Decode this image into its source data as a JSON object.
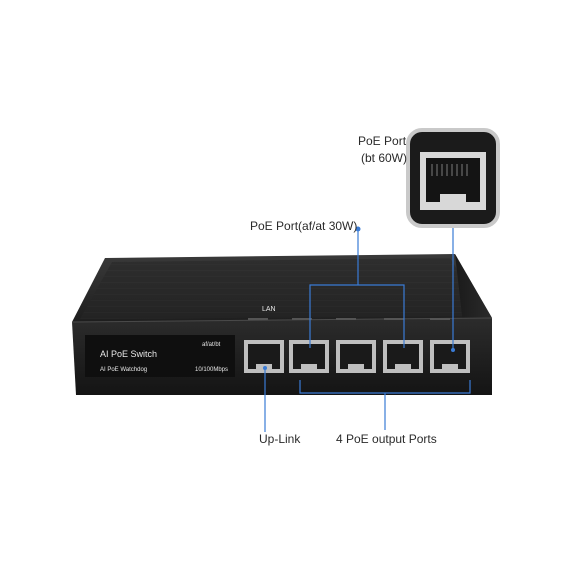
{
  "callouts": {
    "poe_port_bt_line1": "PoE Port",
    "poe_port_bt_line2": "(bt 60W)",
    "poe_port_afat": "PoE Port(af/at 30W)",
    "uplink": "Up-Link",
    "output_ports": "4 PoE output Ports"
  },
  "device": {
    "panel_title": "AI PoE Switch",
    "panel_standard": "af/at/bt",
    "panel_feature": "AI PoE Watchdog",
    "panel_speed": "10/100Mbps",
    "lan_label": "LAN"
  },
  "colors": {
    "callout_line": "#3a7bd5",
    "device_body": "#1c1c1c",
    "device_top": "#2a2a2a"
  }
}
